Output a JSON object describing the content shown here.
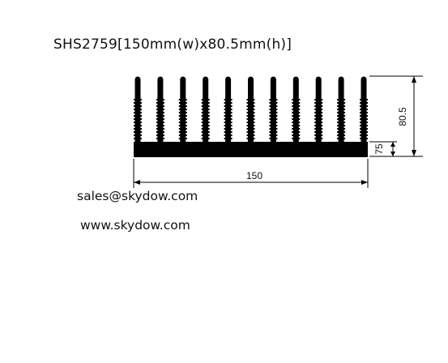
{
  "title": "SHS2759[150mm(w)x80.5mm(h)]",
  "drawing": {
    "fin_count": 11,
    "fill_color": "#000000",
    "dimensions": {
      "width": "150",
      "height": "80.5",
      "base": "75"
    }
  },
  "contact": {
    "email": "sales@skydow.com",
    "website": "www.skydow.com"
  }
}
